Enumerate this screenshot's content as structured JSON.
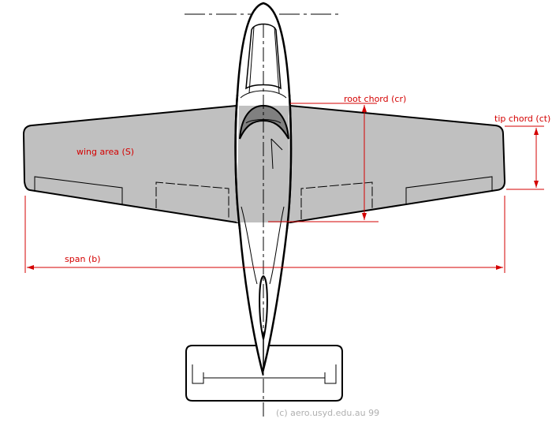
{
  "labels": {
    "wing_area": "wing area (S)",
    "root_chord": "root chord (cr)",
    "tip_chord": "tip chord (ct)",
    "span": "span (b)",
    "credit": "(c) aero.usyd.edu.au 99"
  },
  "colors": {
    "dimension": "#d40000",
    "outline": "#000000",
    "wing_fill": "#c0c0c0",
    "canopy": "#808080",
    "credit": "#b0b0b0"
  }
}
